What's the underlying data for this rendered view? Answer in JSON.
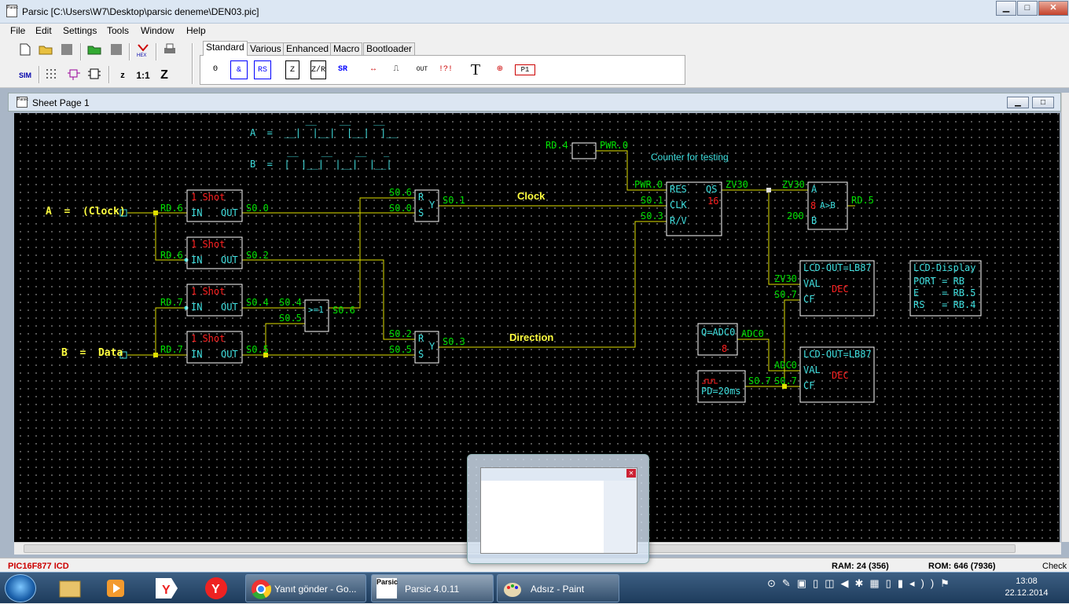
{
  "window": {
    "title": "Parsic [C:\\Users\\W7\\Desktop\\parsic deneme\\DEN03.pic]",
    "min": "▁",
    "max": "□",
    "close": "✕",
    "app_icon": "Parsic"
  },
  "menu": [
    "File",
    "Edit",
    "Settings",
    "Tools",
    "Window",
    "Help"
  ],
  "toolbar": {
    "row1": [
      "new-icon",
      "open-icon",
      "save-icon",
      "open-project-icon",
      "save-project-icon",
      "hex-icon",
      "print-icon"
    ],
    "row2": [
      "SIM",
      "grid-icon",
      "component-icon",
      "chip-icon",
      "z",
      "1:1",
      "Z"
    ]
  },
  "tabs": [
    "Standard",
    "Various",
    "Enhanced",
    "Macro",
    "Bootloader"
  ],
  "palette": [
    "ʘ",
    "&",
    "RS",
    "Z",
    "Z/R",
    "SR",
    "↔",
    "⎍",
    "OUT",
    "!?!",
    "T",
    "⊕",
    "P1"
  ],
  "sheet": {
    "title": "Sheet Page 1",
    "icon": "Parsic"
  },
  "schematic": {
    "timing_a": "A  =  __|  |__|  |__|  |__",
    "timing_a_top": "  __    __    __",
    "timing_b": "B  =  |  |__|  |__|  |__|",
    "timing_b_top": " __    __    __   _",
    "label_a": "A  =  (Clock)",
    "label_b": "B  =  Data",
    "oneshot": "1 Shot",
    "in": "IN",
    "out": "OUT",
    "rd6": "RD.6",
    "rd7": "RD.7",
    "rd4": "RD.4",
    "rd5": "RD.5",
    "pwr0": "PWR.0",
    "s00": "S0.0",
    "s01": "S0.1",
    "s02": "S0.2",
    "s03": "S0.3",
    "s04": "S0.4",
    "s05": "S0.5",
    "s06": "S0.6",
    "s07": "S0.7",
    "zv30": "ZV30",
    "adc0": "ADC0",
    "r": "R",
    "s": "S",
    "y": "Y",
    "or": ">=1",
    "clock": "Clock",
    "direction": "Direction",
    "counter_note": "Counter for testing",
    "res": "RES",
    "clk": "CLK",
    "rv": "R/V",
    "qs": "QS",
    "sixteen": "16",
    "cmp_a": "A",
    "cmp_b": "B",
    "cmp_8": "8",
    "cmp_agtb": "A>B",
    "cmp_200": "200",
    "lcd_out": "LCD-OUT=LB87",
    "val": "VAL",
    "cf": "CF",
    "dec": "DEC",
    "q_adc": "Q=ADC0",
    "q8": "8",
    "pd": "PD=20ms",
    "lcd_title": "LCD-Display",
    "lcd_port": "PORT = RB",
    "lcd_e": "E    = RB.5",
    "lcd_rs": "RS   = RB.4"
  },
  "status": {
    "device": "PIC16F877 ICD",
    "ram": "RAM: 24 (356)",
    "rom": "ROM: 646 (7936)",
    "check": "Check"
  },
  "taskbar": {
    "apps": [
      "explorer-icon",
      "media-player-icon",
      "yandex-browser-icon",
      "yandex-icon"
    ],
    "chrome": "Yanıt gönder - Go...",
    "parsic": "Parsic 4.0.11",
    "paint": "Adsız - Paint",
    "time": "13:08",
    "date": "22.12.2014"
  },
  "colors": {
    "wire": "#e0e000",
    "label": "#00e000",
    "block": "#ffffff",
    "red": "#ff2020",
    "cyan": "#40e0e0",
    "yellow": "#ffff40"
  }
}
